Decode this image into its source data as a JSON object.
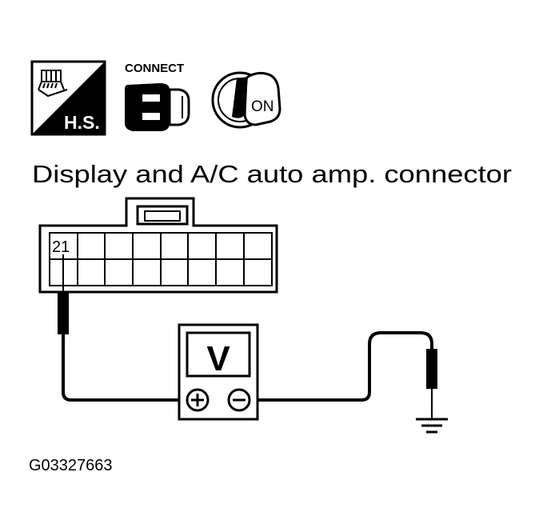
{
  "icons": {
    "harness_icon": {
      "name": "harness-sensor-icon",
      "label": "H.S."
    },
    "connect_icon": {
      "name": "connector-connect-icon",
      "label": "CONNECT"
    },
    "ignition_icon": {
      "name": "ignition-key-icon",
      "label": "ON"
    }
  },
  "title": "Display and A/C auto amp. connector",
  "connector": {
    "pin_label": "21"
  },
  "meter": {
    "label": "V",
    "positive_symbol": "+",
    "negative_symbol": "−"
  },
  "figure_code": "G03327663"
}
